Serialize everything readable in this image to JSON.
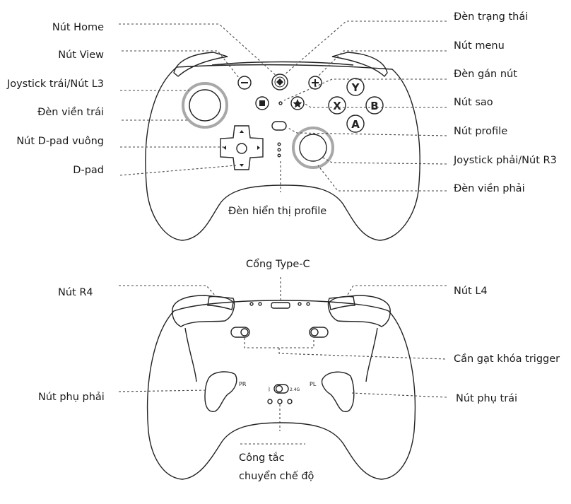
{
  "front": {
    "left_labels": {
      "home": "Nút Home",
      "view": "Nút View",
      "left_stick": "Joystick trái/Nút L3",
      "left_ring": "Đèn viền trái",
      "square_dpad": "Nút D-pad vuông",
      "dpad": "D-pad"
    },
    "right_labels": {
      "status": "Đèn trạng thái",
      "menu": "Nút menu",
      "assign": "Đèn gán nút",
      "star": "Nút sao",
      "profile": "Nút profile",
      "right_stick": "Joystick phải/Nút R3",
      "right_ring": "Đèn viền phải"
    },
    "bottom_label": "Đèn hiển thị profile",
    "face_buttons": {
      "y": "Y",
      "x": "X",
      "b": "B",
      "a": "A"
    }
  },
  "back": {
    "top_label": "Cổng Type-C",
    "left_labels": {
      "r4": "Nút R4",
      "right_paddle": "Nút phụ phải"
    },
    "right_labels": {
      "l4": "Nút L4",
      "trigger_lock": "Cần gạt khóa trigger",
      "left_paddle": "Nút phụ trái"
    },
    "bottom_label_line1": "Công tắc",
    "bottom_label_line2": "chuyển chế độ",
    "paddle_marks": {
      "pr": "PR",
      "pl": "PL"
    },
    "switch_marks": {
      "bt": "ᛒ",
      "wireless": "2.4G"
    }
  },
  "colors": {
    "ring": "#a8a8a8",
    "line": "#222222",
    "leader": "#444444"
  }
}
